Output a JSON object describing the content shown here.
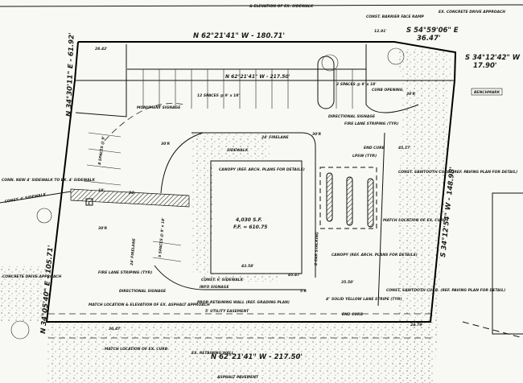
{
  "bearings": {
    "north_line": "N 62°21'41\" W - 180.71'",
    "row_line": "N 62°21'41\" W - 217.50'",
    "south_line": "N 62°21'41\" W - 217.50'",
    "west_upper": "N 34°30'11\" E - 61.92'",
    "west_lower": "N 34°05'40\" E - 105.71'",
    "ne_line": "S 54°59'06\" E",
    "ne_dist": "36.47'",
    "east_short": "S 34°12'42\" W",
    "east_short_dist": "17.90'",
    "east_line": "S 34°12'54\" W - 148.98'"
  },
  "building": {
    "area": "4,030 S.F.",
    "ff": "F.F. = 610.75",
    "width": "43.58'"
  },
  "notes": {
    "elevation_sidewalk": "& ELEVATION OF EX. SIDEWALK",
    "barrier_ramp": "CONST. BARRIER FACE RAMP",
    "concrete_drive": "EX. CONCRETE DRIVE APPROACH",
    "monument": "MONUMENT SIGNAGE",
    "parking12": "12 SPACES @ 9' x 18'",
    "spaces2": "2 SPACES @ 9' x 18'",
    "curb_opening": "CURB OPENING",
    "benchmark": "BENCHMARK",
    "directional_top": "DIRECTIONAL SIGNAGE",
    "firelane_top": "24' FIRELANE",
    "fire_striping_top": "FIRE LANE STRIPING (TYP.)",
    "end_curb_top": "END CURB",
    "sawtooth_top": "CONST. SAWTOOTH CURB. (REF. PAVING PLAN FOR DETAIL)",
    "canopy_top": "CANOPY (REF. ARCH. PLANS FOR DETAILS)",
    "sidewalk": "SIDEWALK",
    "new_sidewalk": "CONN. NEW 4' SIDEWALK TO EX. 4' SIDEWALK",
    "const_sidewalk": "CONST. 4' SIDEWALK",
    "spaces8": "8 SPACES @ 9'",
    "spaces5": "5 SPACES @ 9' x 18'",
    "firelane_left": "24' FIRELANE",
    "stacking": "8 CAR STACKING",
    "canopy_bottom": "CANOPY (REF. ARCH. PLANS FOR DETAILS)",
    "match_curb_right": "MATCH LOCATION OF EX. CURB",
    "fire_striping_bottom": "FIRE LANE STRIPING (TYP.)",
    "directional_bottom": "DIRECTIONAL SIGNAGE",
    "const_sidewalk_bottom": "CONST. 6' SIDEWALK",
    "info_signage": "INFO SIGNAGE",
    "retaining": "PROP. RETAINING WALL (REF. GRADING PLAN)",
    "match_asphalt": "MATCH LOCATION & ELEVATION OF EX. ASPHALT APPROACH",
    "util_easement": "5' UTILITY EASEMENT",
    "yellow_stripe": "4\" SOLID YELLOW LANE STRIPE (TYP.)",
    "sawtooth_bottom": "CONST. SAWTOOTH CURB. (REF. PAVING PLAN FOR DETAIL)",
    "end_curb_bottom": "END CURB",
    "match_curb_bottom": "MATCH LOCATION OF EX. CURB",
    "ex_retaining": "EX. RETAINING WALL",
    "asphalt_pavement": "ASPHALT PAVEMENT",
    "concrete_drive_sw": "CONCRETE DRIVE APPROACH",
    "lpsw": "LPSW (TYP.)"
  },
  "dims": {
    "d2842": "28.42'",
    "d1291": "12.91'",
    "d3011": "30'R",
    "d30r2": "30'R",
    "d30r3": "30'R",
    "d30r4": "30'R",
    "d3550": "35.50'",
    "d4447": "45.47'",
    "d3047": "30.47'",
    "d2479": "24.79'",
    "d24": "24'",
    "d18": "18'",
    "d5r": "5'R",
    "d4517": "45.17'",
    "keynote": "1"
  }
}
